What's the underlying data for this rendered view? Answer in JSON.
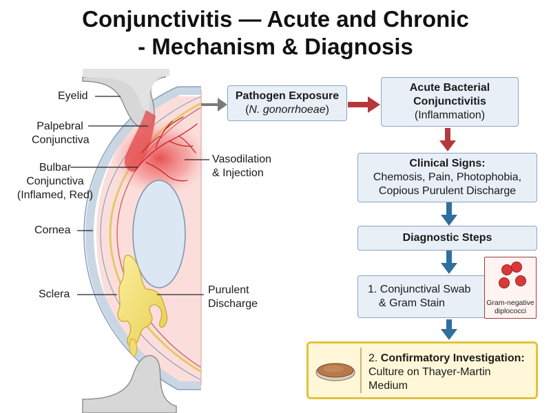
{
  "title": {
    "line1": "Conjunctivitis — Acute and Chronic",
    "line2": "- Mechanism & Diagnosis"
  },
  "anatomy_labels": {
    "eyelid": "Eyelid",
    "palpebral_1": "Palpebral",
    "palpebral_2": "Conjunctiva",
    "bulbar_1": "Bulbar",
    "bulbar_2": "Conjunctiva",
    "bulbar_3": "(Inflamed, Red)",
    "cornea": "Cornea",
    "sclera": "Sclera",
    "vasodilation_1": "Vasodilation",
    "vasodilation_2": "& Injection",
    "purulent_1": "Purulent",
    "purulent_2": "Discharge"
  },
  "flow": {
    "pathogen_title": "Pathogen Exposure",
    "pathogen_open": "(",
    "pathogen_organism": "N. gonorrhoeae",
    "pathogen_close": ")",
    "acute_line1": "Acute Bacterial",
    "acute_line2": "Conjunctivitis",
    "acute_line3": "(Inflammation)",
    "signs_title": "Clinical Signs:",
    "signs_line1": "Chemosis, Pain, Photophobia,",
    "signs_line2": "Copious Purulent Discharge",
    "diagnostic": "Diagnostic Steps",
    "step1_line1": "1. Conjunctival Swab",
    "step1_line2": "& Gram Stain",
    "gram_line1": "Gram-negative",
    "gram_line2": "diplococci",
    "step2_num": "2. ",
    "step2_title": "Confirmatory Investigation:",
    "step2_line2": "Culture on Thayer-Martin",
    "step2_line3": "Medium"
  },
  "colors": {
    "box_fill": "#e8eff7",
    "box_border": "#8ca3bd",
    "red_arrow": "#b5393c",
    "blue_arrow": "#2f6f9f",
    "gray_arrow": "#777777",
    "highlight_border": "#e2c23a",
    "highlight_fill": "#fff7d8",
    "inflamed": "#e34545",
    "discharge": "#f1dc6c"
  },
  "icons": [
    "petri-dish-icon",
    "diplococci-icon",
    "eye-cross-section-illustration"
  ]
}
